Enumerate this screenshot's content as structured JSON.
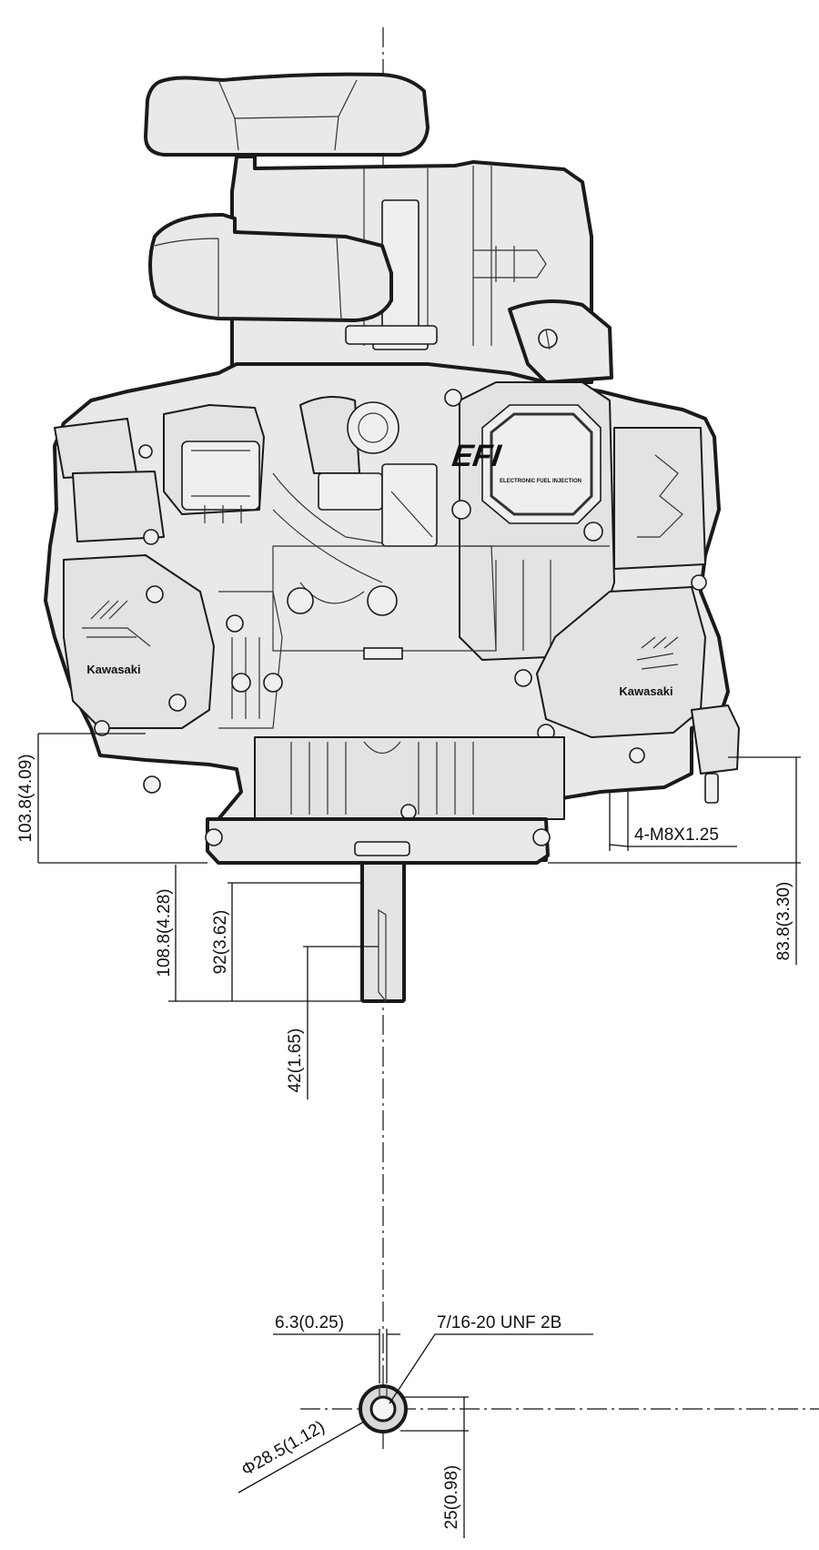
{
  "brand": {
    "left_logo": "Kawasaki",
    "right_logo": "Kawasaki",
    "efi_badge": "EFI",
    "efi_subtitle": "ELECTRONIC FUEL INJECTION"
  },
  "dimensions": {
    "d_103_8": "103.8(4.09)",
    "d_83_8": "83.8(3.30)",
    "d_thread_holes": "4-M8X1.25",
    "d_108_8": "108.8(4.28)",
    "d_92": "92(3.62)",
    "d_42": "42(1.65)",
    "d_keyway": "6.3(0.25)",
    "d_thread_tap": "7/16-20 UNF 2B",
    "d_diameter": "Φ28.5(1.12)",
    "d_25": "25(0.98)"
  }
}
